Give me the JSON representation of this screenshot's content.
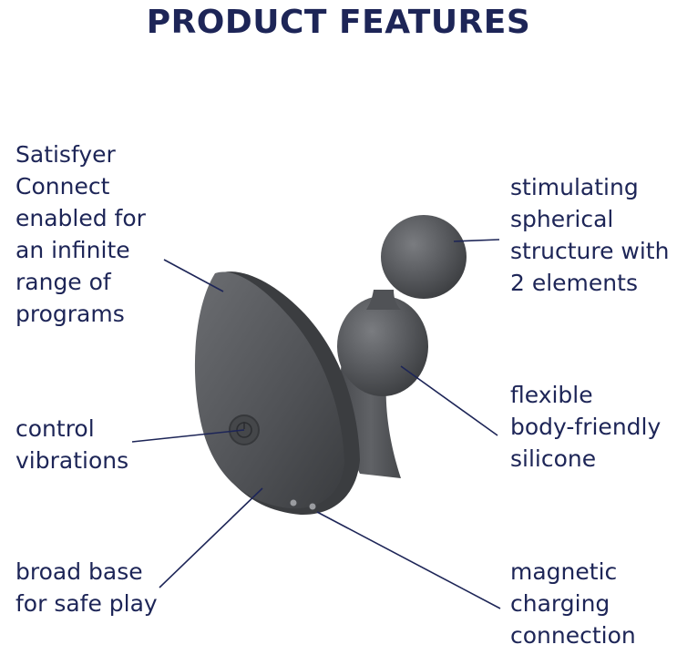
{
  "title": "PRODUCT FEATURES",
  "colors": {
    "text": "#1d2557",
    "product": "#56585b",
    "product_shadow": "#3c3e41",
    "product_highlight": "#7a7c80"
  },
  "features": [
    {
      "id": "satisfyer-connect",
      "text": "Satisfyer\nConnect\nenabled for\nan infinite\nrange of\nprograms"
    },
    {
      "id": "control-vibrations",
      "text": "control\nvibrations"
    },
    {
      "id": "broad-base",
      "text": "broad base\nfor safe play"
    },
    {
      "id": "spherical-structure",
      "text": "stimulating\nspherical\nstructure with\n2 elements"
    },
    {
      "id": "flexible-silicone",
      "text": "flexible\nbody-friendly\nsilicone"
    },
    {
      "id": "magnetic-charging",
      "text": "magnetic\ncharging\nconnection"
    }
  ]
}
